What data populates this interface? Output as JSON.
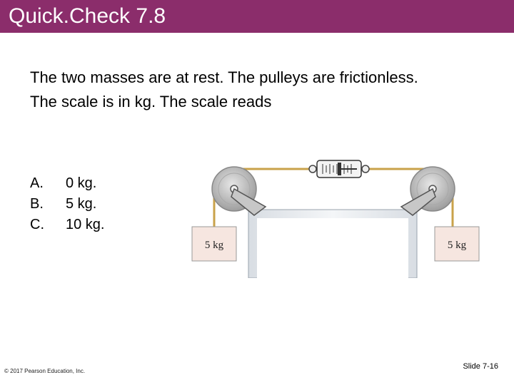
{
  "slide": {
    "title": "Quick.Check 7.8",
    "question_lines": [
      "The two masses are at rest. The pulleys are frictionless.",
      "The scale is in kg. The scale reads"
    ],
    "choices": [
      {
        "letter": "A.",
        "text": "0 kg."
      },
      {
        "letter": "B.",
        "text": "5 kg."
      },
      {
        "letter": "C.",
        "text": "10 kg."
      }
    ],
    "figure": {
      "left_mass_label": "5 kg",
      "right_mass_label": "5 kg"
    },
    "footer": {
      "copyright": "© 2017 Pearson Education, Inc.",
      "slide_number": "Slide 7-16"
    }
  },
  "colors": {
    "title_bar": "#8b2d6b",
    "title_text": "#ffffff",
    "rope": "#c9a24a",
    "mass_box": "#f6e6e0",
    "pulley": "#bdbdbd"
  }
}
